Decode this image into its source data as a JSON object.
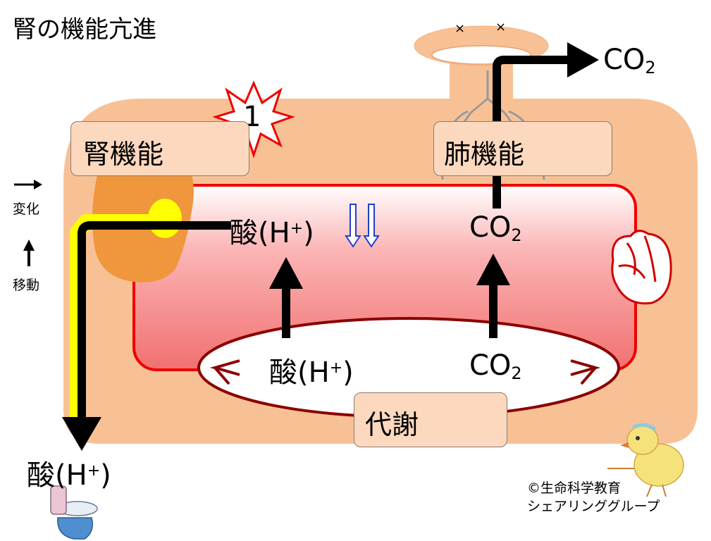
{
  "title": "腎の機能亢進",
  "badge": {
    "number": "1"
  },
  "kidney_box": {
    "label": "腎機能"
  },
  "lung_box": {
    "label": "肺機能"
  },
  "metabolism_box": {
    "label": "代謝"
  },
  "acid": {
    "prefix": "酸(H",
    "plus": "+",
    "suffix": ")"
  },
  "co2": {
    "main": "CO",
    "sub": "2"
  },
  "legend": {
    "change_label": "変化",
    "move_label": "移動"
  },
  "credit": {
    "line1": "©生命科学教育",
    "line2": "シェアリンググループ"
  },
  "colors": {
    "body_fill": "#f8c195",
    "blood_fill_top": "#ffffff",
    "blood_fill_bottom": "#f27a7a",
    "blood_border": "#ee0000",
    "tissue_border": "#8b0000",
    "kidney_fill": "#f0963c",
    "kidney_spot": "#ffff00",
    "change_up_arrow": "#f08080",
    "change_down_arrow": "#1f3fcf"
  }
}
